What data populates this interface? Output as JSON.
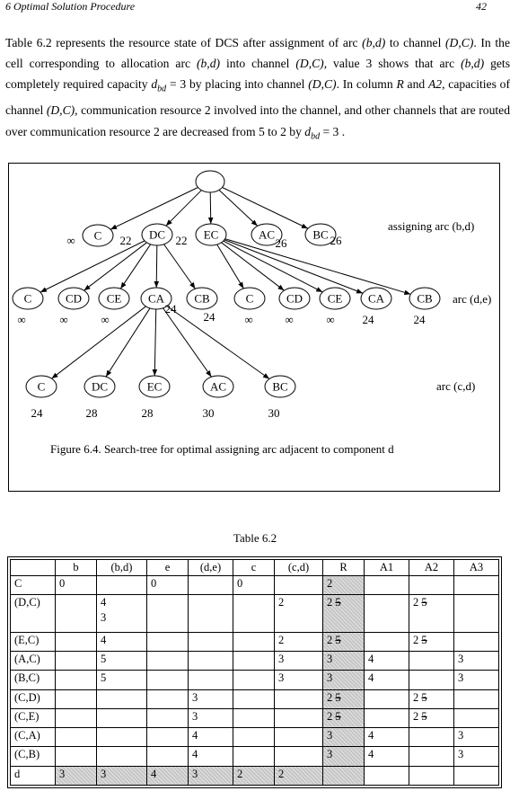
{
  "header": {
    "left": "6   Optimal Solution Procedure",
    "right": "42"
  },
  "paragraph": {
    "s1": "Table 6.2 represents the resource state of DCS after assignment of arc ",
    "s1_arc": "(b,d)",
    "s2": " to channel ",
    "s2_ch": "(D,C)",
    "s3": ". In the cell corresponding to allocation arc ",
    "s3_arc": "(b,d)",
    "s4": " into channel ",
    "s4_ch": "(D,C)",
    "s5": ", value 3 shows that arc ",
    "s5_arc": "(b,d)",
    "s6": " gets completely required capacity ",
    "s6_math_d": "d",
    "s6_math_sub": "bd",
    "s6_math_rest": " = 3",
    "s7": " by placing into channel ",
    "s7_ch": "(D,C)",
    "s8": ". In column ",
    "s8_r": "R",
    "s9": " and ",
    "s9_a2": "A2",
    "s10": ", capacities of channel ",
    "s10_ch": "(D,C)",
    "s11": ", communication resource 2 involved into the channel, and other channels that are routed over communication resource 2 are decreased from 5 to 2 by ",
    "s11_math_d": "d",
    "s11_math_sub": "bd",
    "s11_math_rest": " = 3",
    "s12": " ."
  },
  "figure": {
    "caption": "Figure 6.4. Search-tree for optimal assigning arc adjacent to component d",
    "level_labels": [
      "assigning arc (b,d)",
      "arc (d,e)",
      "arc (c,d)"
    ],
    "level1_nodes": [
      {
        "label": "C",
        "value": "∞"
      },
      {
        "label": "DC",
        "value": "22"
      },
      {
        "label": "EC",
        "value": "22"
      },
      {
        "label": "AC",
        "value": "26"
      },
      {
        "label": "BC",
        "value": "26"
      }
    ],
    "level2_nodes": [
      {
        "label": "C",
        "value": "∞"
      },
      {
        "label": "CD",
        "value": "∞"
      },
      {
        "label": "CE",
        "value": "∞"
      },
      {
        "label": "CA",
        "value": "24"
      },
      {
        "label": "CB",
        "value": "24"
      },
      {
        "label": "C",
        "value": "∞"
      },
      {
        "label": "CD",
        "value": "∞"
      },
      {
        "label": "CE",
        "value": "∞"
      },
      {
        "label": "CA",
        "value": "24"
      },
      {
        "label": "CB",
        "value": "24"
      }
    ],
    "level3_nodes": [
      {
        "label": "C",
        "value": "24"
      },
      {
        "label": "DC",
        "value": "28"
      },
      {
        "label": "EC",
        "value": "28"
      },
      {
        "label": "AC",
        "value": "30"
      },
      {
        "label": "BC",
        "value": "30"
      }
    ]
  },
  "table": {
    "title": "Table 6.2",
    "headers": [
      "",
      "b",
      "(b,d)",
      "e",
      "(d,e)",
      "c",
      "(c,d)",
      "R",
      "A1",
      "A2",
      "A3"
    ],
    "rows": [
      [
        "C",
        "0",
        "",
        "0",
        "",
        "0",
        "",
        "2",
        "",
        "",
        ""
      ],
      [
        "(D,C)",
        "",
        "4\n3",
        "",
        "",
        "",
        "2",
        "2 5",
        "",
        "2 5",
        ""
      ],
      [
        "(E,C)",
        "",
        "4",
        "",
        "",
        "",
        "2",
        "2 5",
        "",
        "2 5",
        ""
      ],
      [
        "(A,C)",
        "",
        "5",
        "",
        "",
        "",
        "3",
        "3",
        "4",
        "",
        "3"
      ],
      [
        "(B,C)",
        "",
        "5",
        "",
        "",
        "",
        "3",
        "3",
        "4",
        "",
        "3"
      ],
      [
        "(C,D)",
        "",
        "",
        "",
        "3",
        "",
        "",
        "2 5",
        "",
        "2 5",
        ""
      ],
      [
        "(C,E)",
        "",
        "",
        "",
        "3",
        "",
        "",
        "2 5",
        "",
        "2 5",
        ""
      ],
      [
        "(C,A)",
        "",
        "",
        "",
        "4",
        "",
        "",
        "3",
        "4",
        "",
        "3"
      ],
      [
        "(C,B)",
        "",
        "",
        "",
        "4",
        "",
        "",
        "3",
        "4",
        "",
        "3"
      ],
      [
        "d",
        "3",
        "3",
        "4",
        "3",
        "2",
        "2",
        "",
        "",
        "",
        ""
      ]
    ]
  }
}
